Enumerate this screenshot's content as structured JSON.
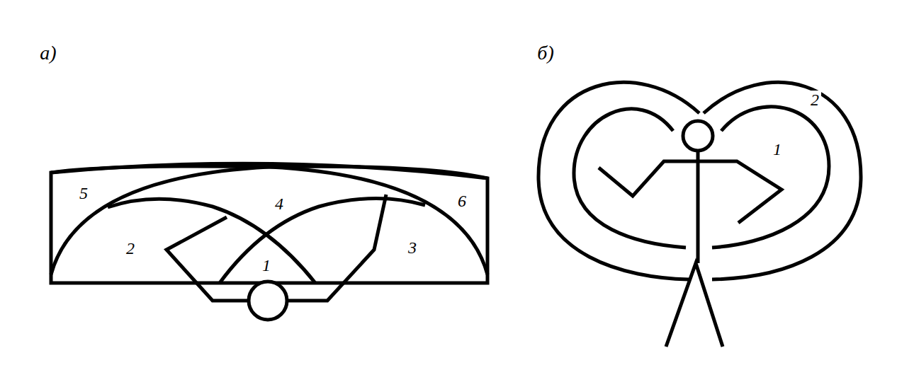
{
  "diagram": {
    "labels": [
      "а)",
      "б)",
      "5",
      "4",
      "6",
      "2",
      "1",
      "3",
      "1",
      "2"
    ]
  }
}
